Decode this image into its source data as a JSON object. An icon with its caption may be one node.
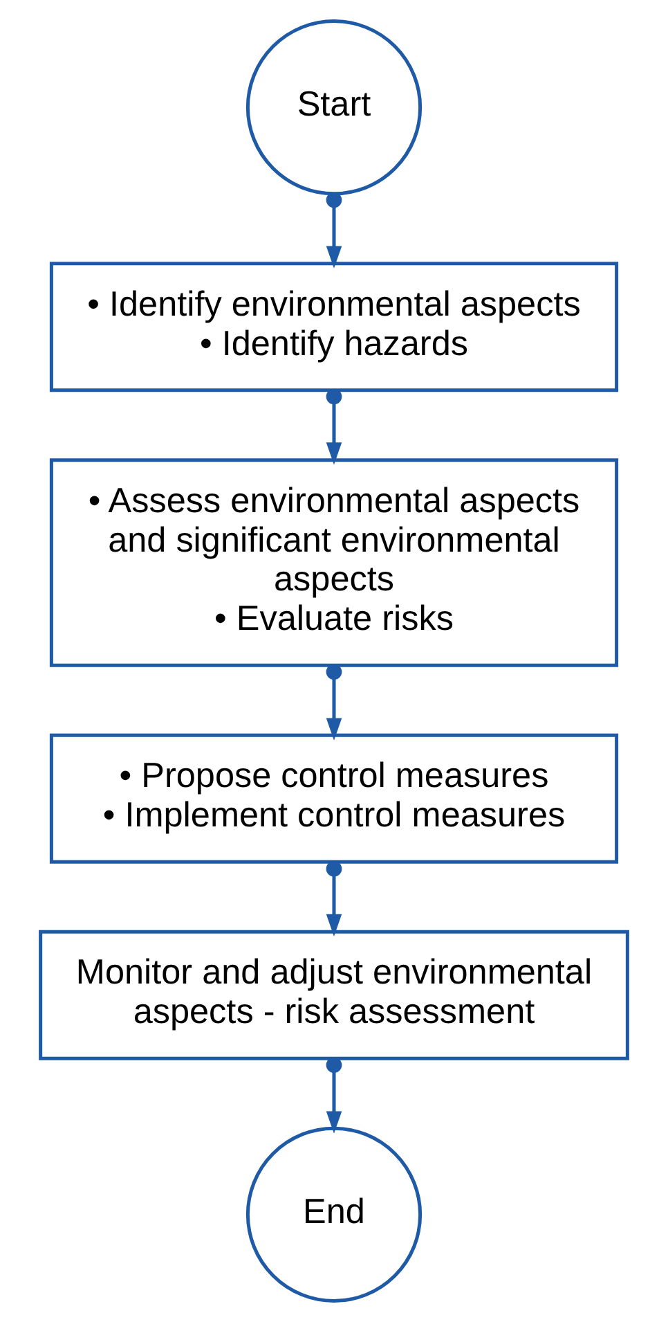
{
  "diagram": {
    "nodes": [
      {
        "text": [
          "Start"
        ]
      },
      {
        "text": [
          "• Identify environmental aspects",
          "• Identify hazards"
        ]
      },
      {
        "text": [
          "• Assess environmental aspects and significant environmental aspects",
          "• Evaluate risks"
        ]
      },
      {
        "text": [
          "• Propose control measures",
          "• Implement control measures"
        ]
      },
      {
        "text": [
          "Monitor and adjust environmental aspects - risk assessment"
        ]
      },
      {
        "text": [
          "End"
        ]
      }
    ],
    "edges": [
      {
        "from": 0,
        "to": 1,
        "arrow": "to"
      },
      {
        "from": 1,
        "to": 2,
        "arrow": "to"
      },
      {
        "from": 2,
        "to": 3,
        "arrow": "to"
      },
      {
        "from": 3,
        "to": 4,
        "arrow": "to"
      },
      {
        "from": 4,
        "to": 5,
        "arrow": "to"
      }
    ]
  }
}
